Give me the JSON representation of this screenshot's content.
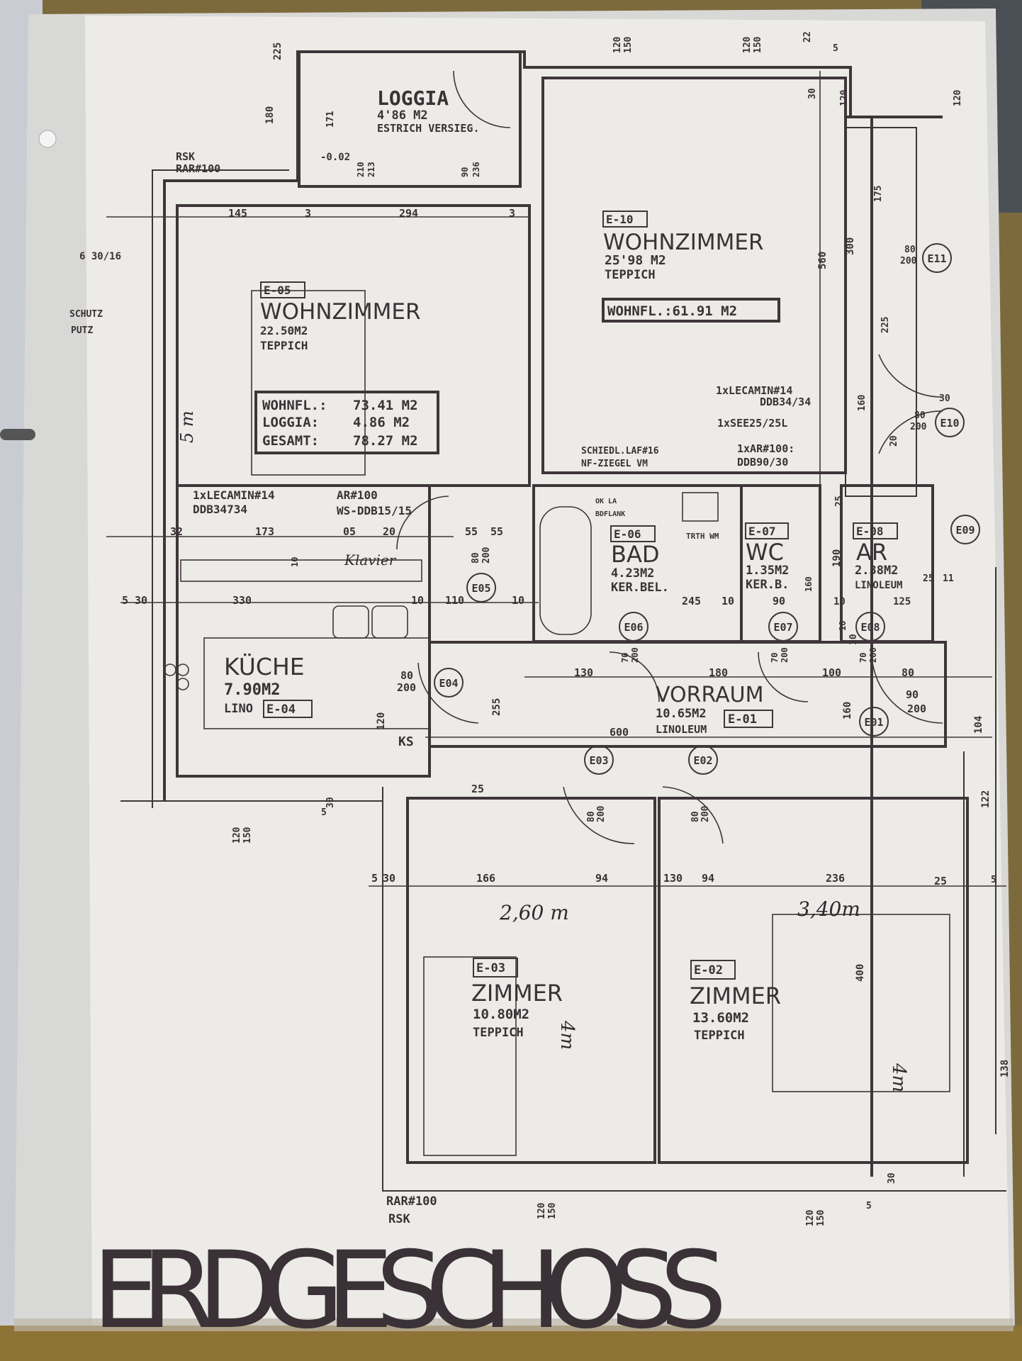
{
  "title": "ERDGESCHOSS",
  "summary": {
    "wohnfl_label": "WOHNFL.:",
    "wohnfl_value": "73.41 M2",
    "loggia_label": "LOGGIA:",
    "loggia_value": "4.86 M2",
    "gesamt_label": "GESAMT:",
    "gesamt_value": "78.27 M2"
  },
  "wohnfl_box_right": "WOHNFL.:61.91  M2",
  "rooms": [
    {
      "id": "",
      "name": "LOGGIA",
      "area": "4'86  M2",
      "floor": "ESTRICH VERSIEG."
    },
    {
      "id": "E-05",
      "name": "WOHNZIMMER",
      "area": "22.50M2",
      "floor": "TEPPICH"
    },
    {
      "id": "E-10",
      "name": "WOHNZIMMER",
      "area": "25'98  M2",
      "floor": "TEPPICH"
    },
    {
      "id": "E-04",
      "name": "KÜCHE",
      "area": "7.90M2",
      "floor": "LINO"
    },
    {
      "id": "E-06",
      "name": "BAD",
      "area": "4.23M2",
      "floor": "KER.BEL."
    },
    {
      "id": "E-07",
      "name": "WC",
      "area": "1.35M2",
      "floor": "KER.B."
    },
    {
      "id": "E-08",
      "name": "AR",
      "area": "2.38M2",
      "floor": "LINOLEUM"
    },
    {
      "id": "E-01",
      "name": "VORRAUM",
      "area": "10.65M2",
      "floor": "LINOLEUM"
    },
    {
      "id": "E-03",
      "name": "ZIMMER",
      "area": "10.80M2",
      "floor": "TEPPICH"
    },
    {
      "id": "E-02",
      "name": "ZIMMER",
      "area": "13.60M2",
      "floor": "TEPPICH"
    }
  ],
  "doors": [
    "E01",
    "E02",
    "E03",
    "E04",
    "E05",
    "E06",
    "E07",
    "E08",
    "E09",
    "E10",
    "E11"
  ],
  "notes": {
    "rsk_top": "RSK",
    "rar_top": "RAR#100",
    "rar_bottom": "RAR#100",
    "rsk_bottom": "RSK",
    "lecamin_right": "1xLECAMIN#14",
    "ddb_right": "DDB34/34",
    "see": "1xSEE25/25L",
    "ar_right": "1xAR#100:",
    "ddb90": "DDB90/30",
    "schiedl": "SCHIEDL.LAF#16",
    "ziegel": "NF-ZIEGEL VM",
    "lecamin_left": "1xLECAMIN#14",
    "ddb_left": "DDB34734",
    "ar_left": "AR#100",
    "ws": "WS-DDB15/15",
    "ks": "KS",
    "ok": "OK LA",
    "badewanne": "BDFLANK",
    "wm": "TRTH WM",
    "level": "-0.02",
    "left_a": "6  30/16",
    "left_b": "SCHUTZ",
    "left_c": "PUTZ"
  },
  "dimensions": {
    "d145": "145",
    "d3a": "3",
    "d294": "294",
    "d3b": "3",
    "d180v": "180",
    "d225": "225",
    "d171": "171",
    "d210": "210",
    "d213": "213",
    "d90": "90",
    "d236": "236",
    "w120a": "120",
    "w150a": "150",
    "w120b": "120",
    "w150b": "150",
    "d22": "22",
    "d5": "5",
    "d30": "30",
    "d120r": "120",
    "d560": "560",
    "d300": "300",
    "d175": "175",
    "d225r": "225",
    "d160r": "160",
    "d20": "20",
    "e11a": "80",
    "e11b": "200",
    "e10a": "80",
    "e10b": "200",
    "d30r": "30",
    "d120e": "120",
    "k32": "32",
    "k173": "173",
    "k05": "05",
    "k20": "20",
    "k55a": "55",
    "k55b": "55",
    "k10v": "10",
    "e05a": "80",
    "e05b": "200",
    "k5": "5",
    "k30": "30",
    "k330": "330",
    "k10": "10",
    "k110": "110",
    "k10b": "10",
    "e04a": "80",
    "e04b": "200",
    "k120": "120",
    "k255": "255",
    "b245": "245",
    "b10": "10",
    "wc90": "90",
    "wc160": "160",
    "ar190": "190",
    "ar10": "10",
    "ar125": "125",
    "ar25": "25",
    "ar25b": "25",
    "d11": "11",
    "v130": "130",
    "v180": "180",
    "v100": "100",
    "v80": "80",
    "v90": "90",
    "v200": "200",
    "v600": "600",
    "v160": "160",
    "v104": "104",
    "d10c": "10",
    "e06a": "70",
    "e06b": "200",
    "e07a": "70",
    "e07b": "200",
    "e08a": "70",
    "e08b": "200",
    "v10": "10",
    "bl120": "120",
    "bl150": "150",
    "bl5": "5",
    "bl30": "30",
    "z5": "5",
    "z30": "30",
    "z166": "166",
    "z94": "94",
    "z130": "130",
    "z94b": "94",
    "z236": "236",
    "z25": "25",
    "z25top": "25",
    "e03a": "80",
    "e03b": "200",
    "e02a": "80",
    "e02b": "200",
    "z400": "400",
    "z122": "122",
    "z138": "138",
    "z5r": "5",
    "z30r": "30",
    "bb120a": "120",
    "bb150a": "150",
    "bb120b": "120",
    "bb150b": "150",
    "z51": "5"
  },
  "handwritten": {
    "five_m": "5 m",
    "klavier": "Klavier",
    "two_sixty": "2,60 m",
    "three_forty": "3,40m",
    "four_m_a": "4m",
    "four_m_b": "4m"
  }
}
